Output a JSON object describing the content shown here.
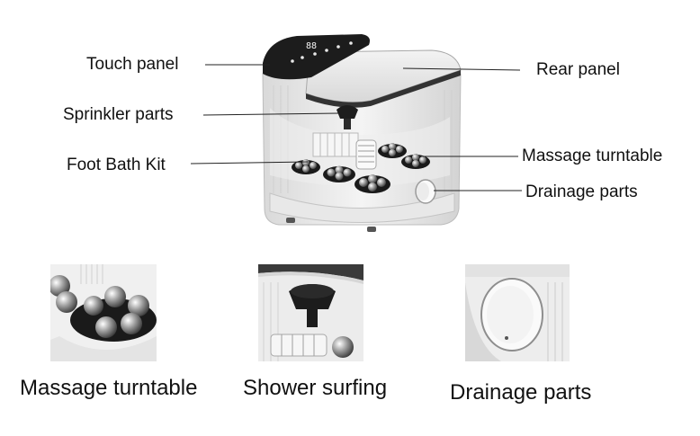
{
  "callouts": {
    "touch_panel": "Touch panel",
    "rear_panel": "Rear panel",
    "sprinkler_parts": "Sprinkler parts",
    "foot_bath_kit": "Foot Bath Kit",
    "massage_turntable": "Massage turntable",
    "drainage_parts": "Drainage parts"
  },
  "display": {
    "digits": "88"
  },
  "details": [
    {
      "label": "Massage turntable"
    },
    {
      "label": "Shower surfing"
    },
    {
      "label": "Drainage parts"
    }
  ]
}
